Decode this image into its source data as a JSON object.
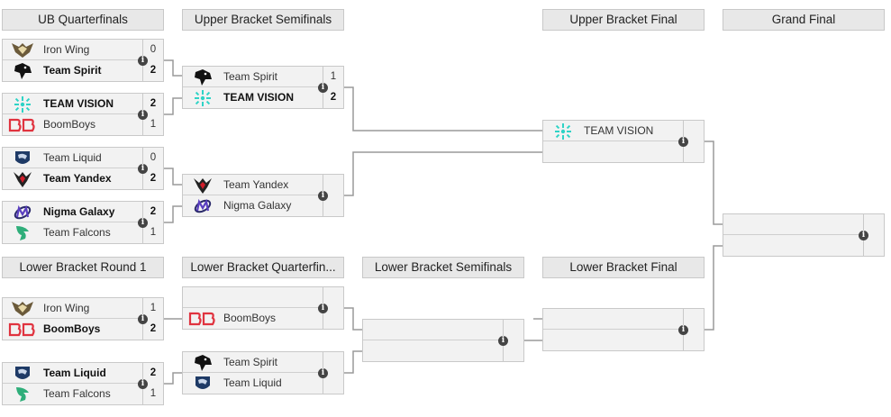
{
  "headers": {
    "ubqf": "UB Quarterfinals",
    "ubsf": "Upper Bracket Semifinals",
    "ubf": "Upper Bracket Final",
    "gf": "Grand Final",
    "lbr1": "Lower Bracket Round 1",
    "lbqf": "Lower Bracket Quarterfin...",
    "lbsf": "Lower Bracket Semifinals",
    "lbf": "Lower Bracket Final"
  },
  "teams": {
    "iron_wing": "Iron Wing",
    "team_spirit": "Team Spirit",
    "team_vision": "TEAM VISION",
    "boomboys": "BoomBoys",
    "team_liquid": "Team Liquid",
    "team_yandex": "Team Yandex",
    "nigma_galaxy": "Nigma Galaxy",
    "team_falcons": "Team Falcons"
  },
  "matches": {
    "ubqf1": {
      "s1": "0",
      "s2": "2"
    },
    "ubqf2": {
      "s1": "2",
      "s2": "1"
    },
    "ubqf3": {
      "s1": "0",
      "s2": "2"
    },
    "ubqf4": {
      "s1": "2",
      "s2": "1"
    },
    "ubsf1": {
      "s1": "1",
      "s2": "2"
    },
    "lbr1a": {
      "s1": "1",
      "s2": "2"
    },
    "lbr1b": {
      "s1": "2",
      "s2": "1"
    }
  },
  "info_glyph": "i",
  "colors": {
    "vision": "#2ed3c6",
    "boom": "#e0333f",
    "liquid": "#1e3a66",
    "nigma": "#5a3fc0",
    "falcons": "#2fae7a",
    "iron": "#6b5a3a"
  }
}
